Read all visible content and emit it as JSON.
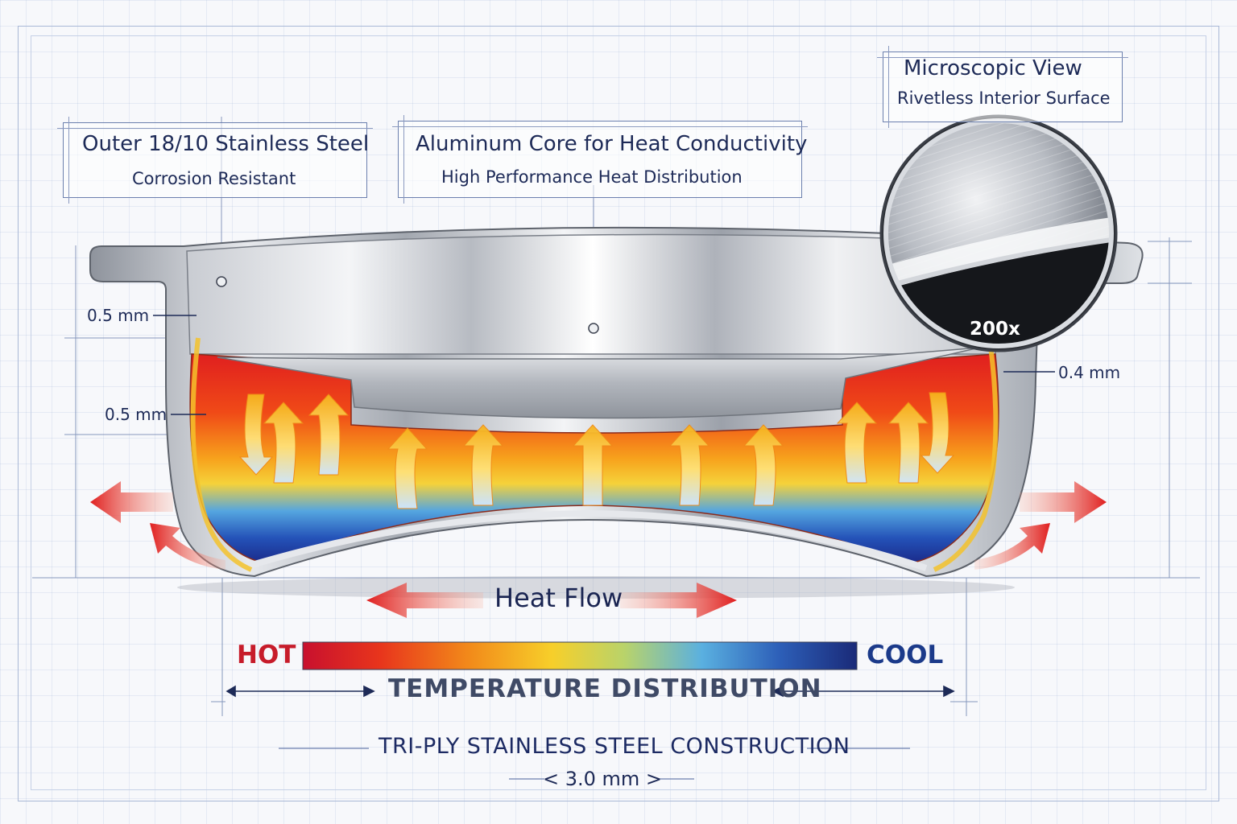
{
  "callouts": {
    "outer": {
      "title": "Outer 18/10 Stainless Steel",
      "subtitle": "Corrosion Resistant"
    },
    "core": {
      "title": "Aluminum Core for Heat Conductivity",
      "subtitle": "High Performance Heat Distribution"
    },
    "micro": {
      "title": "Microscopic View",
      "subtitle": "Rivetless Interior Surface",
      "magnification": "200x"
    }
  },
  "dimensions": {
    "left_top": "0.5 mm",
    "left_mid": "0.5 mm",
    "right": "0.4 mm"
  },
  "heat_flow_label": "Heat Flow",
  "gradient": {
    "hot_label": "HOT",
    "cool_label": "COOL",
    "title": "TEMPERATURE DISTRIBUTION",
    "colors": [
      "#c8102e",
      "#e8351c",
      "#f28a1a",
      "#f7cf2a",
      "#b9d36a",
      "#5ab0e0",
      "#2d5fb8",
      "#1a2a78"
    ]
  },
  "footer": {
    "title": "TRI-PLY STAINLESS STEEL CONSTRUCTION",
    "thickness": "< 3.0 mm >"
  },
  "colors": {
    "ink": "#1d2a57",
    "hot": "#c71c2a",
    "cool": "#1b3a8a",
    "steel": "#b8bcc4"
  },
  "icons": [
    "heat-arrow-icon",
    "magnifier-lens-icon"
  ]
}
